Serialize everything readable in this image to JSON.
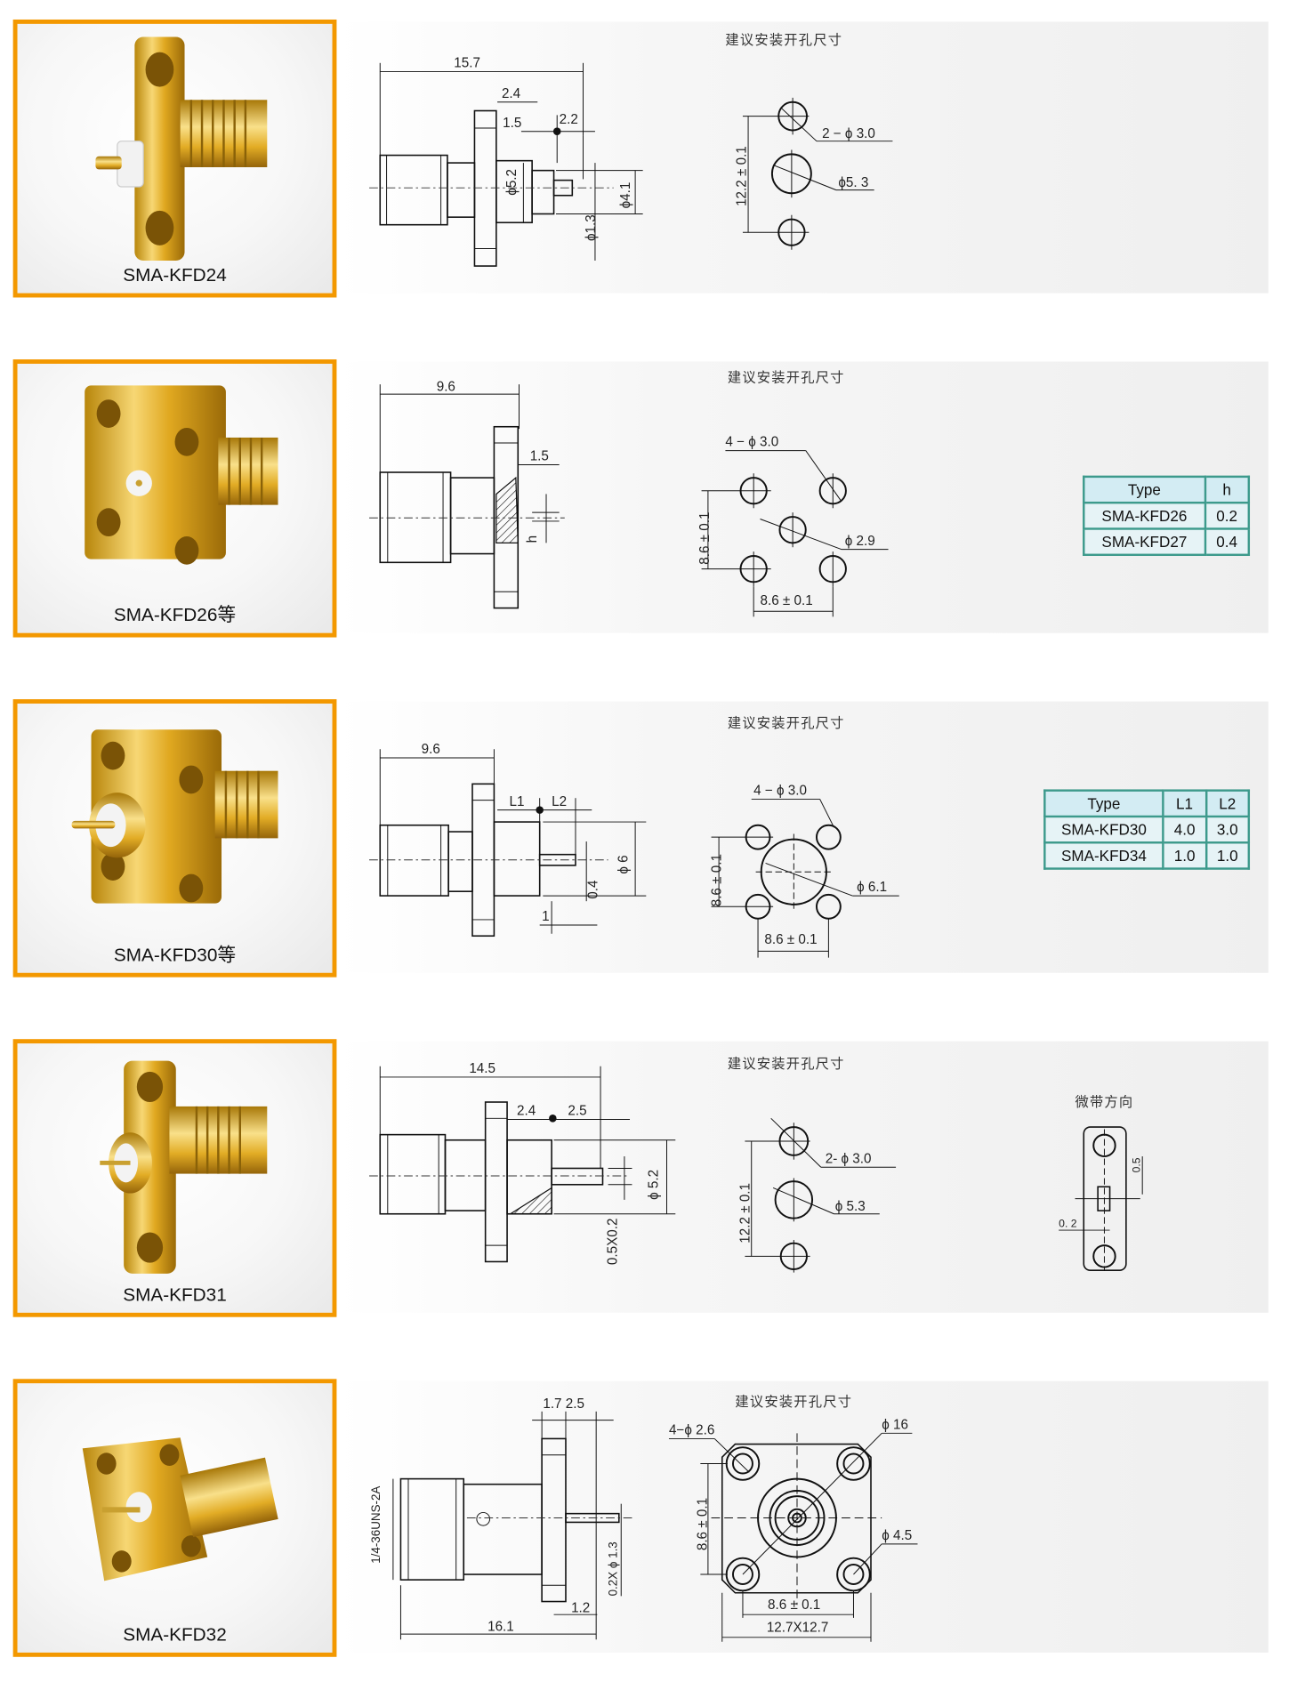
{
  "colors": {
    "accent_border": "#f39800",
    "table_border": "#3d9a8c",
    "table_header": "#d3ecf3"
  },
  "products": [
    {
      "name": "SMA-KFD24",
      "hole_title": "建议安装开孔尺寸",
      "dims": {
        "length": "15.7",
        "d1": "2.4",
        "d2": "1.5",
        "d3": "2.2",
        "dia_body": "ϕ5.2",
        "dia_outer": "ϕ4.1",
        "dia_pin": "ϕ1.3",
        "hole_pitch": "12.2 ± 0.1",
        "holes": "2 − ϕ 3.0",
        "center_hole": "ϕ5. 3"
      }
    },
    {
      "name": "SMA-KFD26等",
      "hole_title": "建议安装开孔尺寸",
      "dims": {
        "length": "9.6",
        "d1": "1.5",
        "h": "h",
        "holes": "4 − ϕ 3.0",
        "center_hole": "ϕ 2.9",
        "pitch_v": "8.6 ± 0.1",
        "pitch_h": "8.6 ± 0.1"
      },
      "table": {
        "headers": [
          "Type",
          "h"
        ],
        "rows": [
          [
            "SMA-KFD26",
            "0.2"
          ],
          [
            "SMA-KFD27",
            "0.4"
          ]
        ]
      }
    },
    {
      "name": "SMA-KFD30等",
      "hole_title": "建议安装开孔尺寸",
      "dims": {
        "length": "9.6",
        "l1": "L1",
        "l2": "L2",
        "pin": "0.4",
        "dia": "ϕ 6",
        "d1": "1",
        "holes": "4 − ϕ 3.0",
        "center_hole": "ϕ 6.1",
        "pitch_v": "8.6 ± 0.1",
        "pitch_h": "8.6 ± 0.1"
      },
      "table": {
        "headers": [
          "Type",
          "L1",
          "L2"
        ],
        "rows": [
          [
            "SMA-KFD30",
            "4.0",
            "3.0"
          ],
          [
            "SMA-KFD34",
            "1.0",
            "1.0"
          ]
        ]
      }
    },
    {
      "name": "SMA-KFD31",
      "hole_title": "建议安装开孔尺寸",
      "dims": {
        "length": "14.5",
        "d1": "2.4",
        "d2": "2.5",
        "dia": "ϕ 5.2",
        "pin": "0.5X0.2",
        "holes": "2- ϕ 3.0",
        "center_hole": "ϕ 5.3",
        "hole_pitch": "12.2 ± 0.1"
      },
      "microstrip": {
        "title": "微带方向",
        "d1": "0.5",
        "d2": "0. 2"
      }
    },
    {
      "name": "SMA-KFD32",
      "hole_title": "建议安装开孔尺寸",
      "dims": {
        "flange": "1.7 2.5",
        "thread": "1/4-36UNS-2A",
        "pin": "0.2X ϕ 1.3",
        "d1": "1.2",
        "length": "16.1",
        "holes": "4−ϕ 2.6",
        "outer": "ϕ 16",
        "hole_dia": "ϕ 4.5",
        "pitch_v": "8.6 ± 0.1",
        "pitch_h": "8.6 ± 0.1",
        "size": "12.7X12.7"
      }
    }
  ]
}
